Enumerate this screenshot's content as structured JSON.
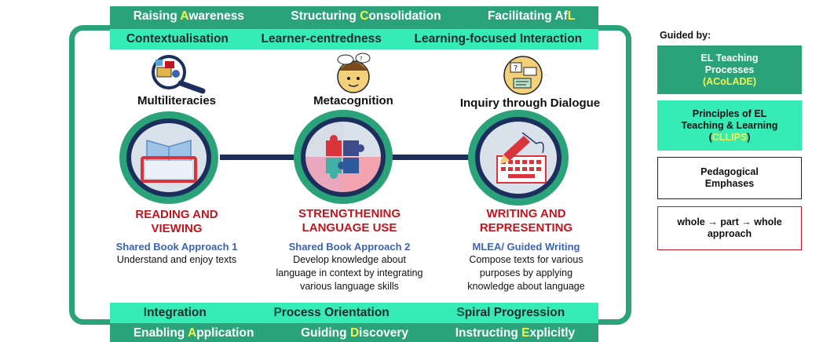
{
  "top_band": {
    "raising": {
      "pre": "Raising ",
      "hl": "A",
      "post": "wareness"
    },
    "structuring": {
      "pre": "Structuring ",
      "hl": "C",
      "post": "onsolidation"
    },
    "facilitating": {
      "pre": "Facilitating Af",
      "hl": "L",
      "post": ""
    }
  },
  "second_band": {
    "contextualisation": {
      "hl": "C",
      "post": "ontextualisation"
    },
    "learner": {
      "hl": "L",
      "post": "earner-centredness"
    },
    "learning": {
      "hl": "L",
      "post": "earning-focused Interaction"
    }
  },
  "pillars": {
    "multiliteracies": "Multiliteracies",
    "metacognition": "Metacognition",
    "inquiry": "Inquiry through Dialogue"
  },
  "strands": {
    "reading": {
      "title_1": "READING AND",
      "title_2": "VIEWING",
      "approach": "Shared Book Approach 1",
      "desc_1": "Understand and enjoy texts"
    },
    "language": {
      "title_1": "STRENGTHENING",
      "title_2": "LANGUAGE USE",
      "approach": "Shared Book Approach 2",
      "desc_1": "Develop knowledge about",
      "desc_2": "language in context by integrating",
      "desc_3": "various language skills"
    },
    "writing": {
      "title_1": "WRITING AND",
      "title_2": "REPRESENTING",
      "approach": "MLEA/ Guided Writing",
      "desc_1": "Compose texts for various",
      "desc_2": "purposes by applying",
      "desc_3": "knowledge about language"
    }
  },
  "third_band": {
    "integration": {
      "hl": "I",
      "post": "ntegration"
    },
    "process": {
      "hl": "P",
      "post": "rocess Orientation"
    },
    "spiral": {
      "hl": "S",
      "post": "piral Progression"
    }
  },
  "bottom_band": {
    "enabling": {
      "pre": "Enabling ",
      "hl": "A",
      "post": "pplication"
    },
    "guiding": {
      "pre": "Guiding ",
      "hl": "D",
      "post": "iscovery"
    },
    "instructing": {
      "pre": "Instructing ",
      "hl": "E",
      "post": "xplicitly"
    }
  },
  "sidebar": {
    "title": "Guided by:",
    "box1": {
      "line1": "EL Teaching",
      "line2": "Processes",
      "line3": "(ACoLADE)"
    },
    "box2": {
      "line1": "Principles of EL",
      "line2": "Teaching & Learning",
      "open": "(",
      "hl": "CLLIPS",
      "close": ")"
    },
    "box3": {
      "line1": "Pedagogical",
      "line2": "Emphases"
    },
    "box4": {
      "line1": "whole → part → whole",
      "line2": "approach"
    }
  },
  "colors": {
    "dark_green": "#2aa37a",
    "mint": "#36ecb6",
    "navy": "#1c2f5c",
    "red": "#c0161f",
    "blue": "#3d64b0",
    "yellow": "#f5f34a"
  },
  "icons": {
    "multiliteracies": "magnifier-media-icon",
    "metacognition": "thinking-head-icon",
    "inquiry": "dialogue-heads-icon",
    "reading": "book-tablet-icon",
    "language": "puzzle-icon",
    "writing": "pencil-keyboard-icon"
  }
}
